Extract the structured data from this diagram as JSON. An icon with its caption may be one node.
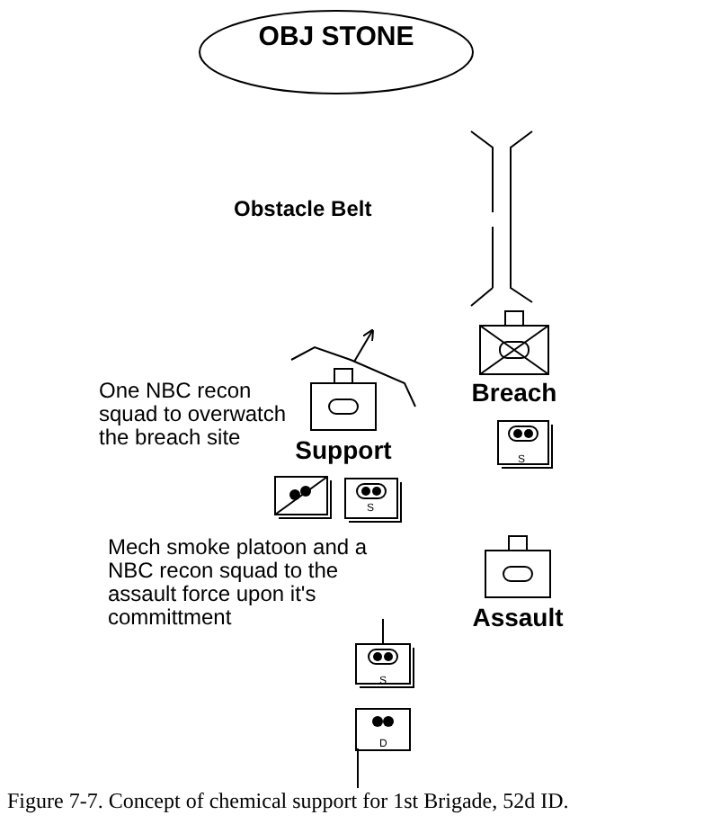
{
  "diagram": {
    "caption": "Figure 7-7. Concept of chemical support for 1st Brigade, 52d ID.",
    "nodes": [
      {
        "text": [
          "OBJ STONE"
        ]
      },
      {
        "text": [
          "Breach"
        ]
      },
      {
        "text": [
          "Support"
        ]
      },
      {
        "text": [
          "Assault"
        ]
      }
    ],
    "labels": [
      "Obstacle Belt",
      "One NBC recon squad to overwatch the breach site",
      "S",
      "S",
      "Mech smoke platoon and a NBC recon squad to the assault force upon it's committment",
      "S",
      "D"
    ]
  }
}
